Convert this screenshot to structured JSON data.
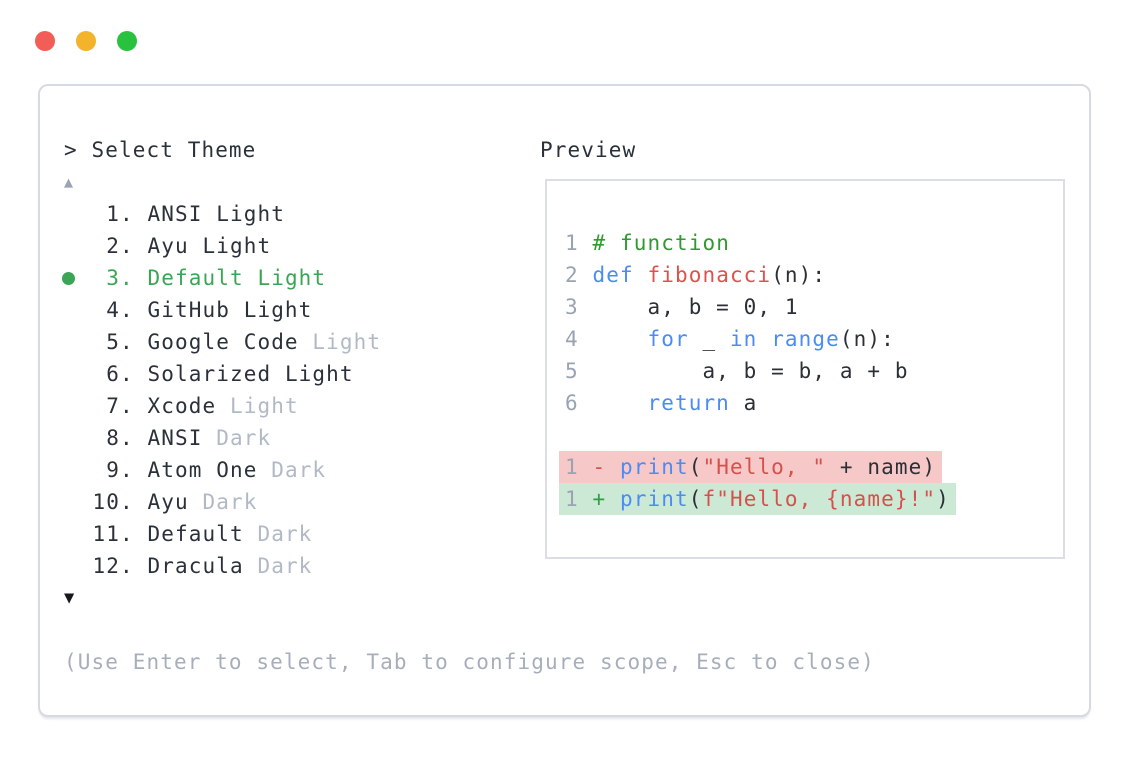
{
  "window_controls": {
    "buttons": [
      {
        "name": "close-button",
        "color": "#f25d57"
      },
      {
        "name": "minimize-button",
        "color": "#f3b32b"
      },
      {
        "name": "zoom-button",
        "color": "#28c23e"
      }
    ]
  },
  "theme_picker": {
    "prompt_symbol": "> ",
    "title": "Select Theme",
    "scroll_up_symbol": "▲",
    "scroll_down_symbol": "▼",
    "items": [
      {
        "num": "1",
        "name": "ANSI",
        "variant": "Light",
        "variant_muted": false,
        "selected": false
      },
      {
        "num": "2",
        "name": "Ayu",
        "variant": "Light",
        "variant_muted": false,
        "selected": false
      },
      {
        "num": "3",
        "name": "Default",
        "variant": "Light",
        "variant_muted": false,
        "selected": true
      },
      {
        "num": "4",
        "name": "GitHub",
        "variant": "Light",
        "variant_muted": false,
        "selected": false
      },
      {
        "num": "5",
        "name": "Google Code",
        "variant": "Light",
        "variant_muted": true,
        "selected": false
      },
      {
        "num": "6",
        "name": "Solarized",
        "variant": "Light",
        "variant_muted": false,
        "selected": false
      },
      {
        "num": "7",
        "name": "Xcode",
        "variant": "Light",
        "variant_muted": true,
        "selected": false
      },
      {
        "num": "8",
        "name": "ANSI",
        "variant": "Dark",
        "variant_muted": true,
        "selected": false
      },
      {
        "num": "9",
        "name": "Atom One",
        "variant": "Dark",
        "variant_muted": true,
        "selected": false
      },
      {
        "num": "10",
        "name": "Ayu",
        "variant": "Dark",
        "variant_muted": true,
        "selected": false
      },
      {
        "num": "11",
        "name": "Default",
        "variant": "Dark",
        "variant_muted": true,
        "selected": false
      },
      {
        "num": "12",
        "name": "Dracula",
        "variant": "Dark",
        "variant_muted": true,
        "selected": false
      }
    ],
    "hint": "(Use Enter to select, Tab to configure scope, Esc to close)"
  },
  "preview": {
    "title": "Preview",
    "code_lines": [
      {
        "diff": null,
        "tokens": [
          {
            "t": "1",
            "c": "ln"
          },
          {
            "t": " ",
            "c": "plain"
          },
          {
            "t": "# function",
            "c": "com"
          }
        ]
      },
      {
        "diff": null,
        "tokens": [
          {
            "t": "2",
            "c": "ln"
          },
          {
            "t": " ",
            "c": "plain"
          },
          {
            "t": "def",
            "c": "kw"
          },
          {
            "t": " ",
            "c": "plain"
          },
          {
            "t": "fibonacci",
            "c": "fn"
          },
          {
            "t": "(n):",
            "c": "plain"
          }
        ]
      },
      {
        "diff": null,
        "tokens": [
          {
            "t": "3",
            "c": "ln"
          },
          {
            "t": "     a, b = 0, 1",
            "c": "plain"
          }
        ]
      },
      {
        "diff": null,
        "tokens": [
          {
            "t": "4",
            "c": "ln"
          },
          {
            "t": "     ",
            "c": "plain"
          },
          {
            "t": "for",
            "c": "kw"
          },
          {
            "t": " _ ",
            "c": "plain"
          },
          {
            "t": "in",
            "c": "kw"
          },
          {
            "t": " ",
            "c": "plain"
          },
          {
            "t": "range",
            "c": "kw"
          },
          {
            "t": "(n):",
            "c": "plain"
          }
        ]
      },
      {
        "diff": null,
        "tokens": [
          {
            "t": "5",
            "c": "ln"
          },
          {
            "t": "         a, b = b, a + b",
            "c": "plain"
          }
        ]
      },
      {
        "diff": null,
        "tokens": [
          {
            "t": "6",
            "c": "ln"
          },
          {
            "t": "     ",
            "c": "plain"
          },
          {
            "t": "return",
            "c": "kw"
          },
          {
            "t": " a",
            "c": "plain"
          }
        ]
      },
      {
        "diff": null,
        "tokens": []
      },
      {
        "diff": "removed",
        "tokens": [
          {
            "t": "1",
            "c": "ln"
          },
          {
            "t": " ",
            "c": "plain"
          },
          {
            "t": "-",
            "c": "del"
          },
          {
            "t": " ",
            "c": "plain"
          },
          {
            "t": "print",
            "c": "kw"
          },
          {
            "t": "(",
            "c": "plain"
          },
          {
            "t": "\"Hello, \"",
            "c": "str"
          },
          {
            "t": " + name)",
            "c": "plain"
          }
        ]
      },
      {
        "diff": "added",
        "tokens": [
          {
            "t": "1",
            "c": "ln"
          },
          {
            "t": " ",
            "c": "plain"
          },
          {
            "t": "+",
            "c": "add"
          },
          {
            "t": " ",
            "c": "plain"
          },
          {
            "t": "print",
            "c": "kw"
          },
          {
            "t": "(",
            "c": "plain"
          },
          {
            "t": "f\"Hello, {name}!\"",
            "c": "str"
          },
          {
            "t": ")",
            "c": "plain"
          }
        ]
      }
    ]
  },
  "colors": {
    "accent_green": "#3aa655",
    "text_dark": "#2b313a",
    "variant_muted": "#b2b9c6",
    "hint_text": "#a7aebb",
    "scroll_up": "#9aa4b4",
    "scroll_down": "#15181c",
    "window_border": "#d6dae2",
    "preview_border": "#dbdee5",
    "syntax": {
      "ln": "#9aa3b2",
      "com": "#2e9b2e",
      "kw": "#4b8bf5",
      "fn": "#e0514d",
      "str": "#d6504c",
      "plain": "#2b3036",
      "add": "#2f9e44",
      "del": "#d6504c"
    },
    "diff": {
      "removed_bg": "#f6c8c8",
      "added_bg": "#cbe9d4"
    }
  }
}
